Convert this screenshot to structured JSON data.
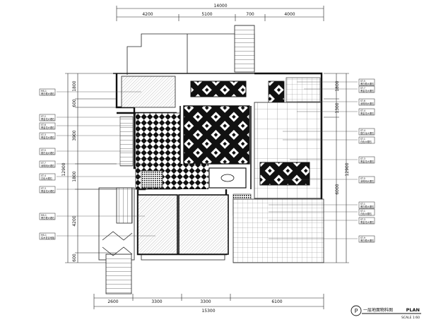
{
  "dimensions": {
    "top_total": "14000",
    "top_segments": [
      "4200",
      "5100",
      "700",
      "4000"
    ],
    "bottom_total": "15300",
    "bottom_segments": [
      "2600",
      "3300",
      "3300",
      "6100"
    ],
    "left_total": "12900",
    "left_segments": [
      "1800",
      "600",
      "3900",
      "1800",
      "4200",
      "600"
    ],
    "right_total": "12900",
    "right_segments": [
      "1800",
      "1300",
      "6000"
    ]
  },
  "left_tags": [
    {
      "code": "MS-1",
      "note": "黑白根大理石"
    },
    {
      "code": "ST-2",
      "note": "黑金花大理石"
    },
    {
      "code": "ST-6",
      "note": "黑金花大理石"
    },
    {
      "code": "ST-3",
      "note": "黑金花大理石"
    },
    {
      "code": "ST-5",
      "note": "银白龙大理石"
    },
    {
      "code": "ST-7",
      "note": "深啡网大理石"
    },
    {
      "code": "ST-4",
      "note": "白色大理石"
    },
    {
      "code": "ST-3",
      "note": "黑金花大理石"
    },
    {
      "code": "MS-1",
      "note": "黑白根大理石"
    },
    {
      "code": "MS-1",
      "note": "实木复合地板"
    }
  ],
  "right_tags": [
    {
      "code": "ST-5",
      "note": "黑白根大理石"
    },
    {
      "code": "ST-7",
      "note": "黑金花大理石"
    },
    {
      "code": "ST-6",
      "note": "深啡网大理石"
    },
    {
      "code": "ST-4",
      "note": "黑金花大理石"
    },
    {
      "code": "ST-4",
      "note": "银白龙大理石"
    },
    {
      "code": "ST-1",
      "note": "白色大理石"
    },
    {
      "code": "ST-3",
      "note": "黑金花大理石"
    },
    {
      "code": "ST-5",
      "note": "深啡网大理石"
    },
    {
      "code": "ST-1",
      "note": "黑白根大理石"
    },
    {
      "code": "ST-1",
      "note": "白色大理石"
    },
    {
      "code": "ST-3",
      "note": "黑金花大理石"
    },
    {
      "code": "ST-9",
      "note": "黑白根大理石"
    }
  ],
  "title_block": {
    "symbol": "P",
    "title_cn": "一层地面物料图",
    "title_en": "PLAN",
    "scale": "SCALE 1:60"
  }
}
